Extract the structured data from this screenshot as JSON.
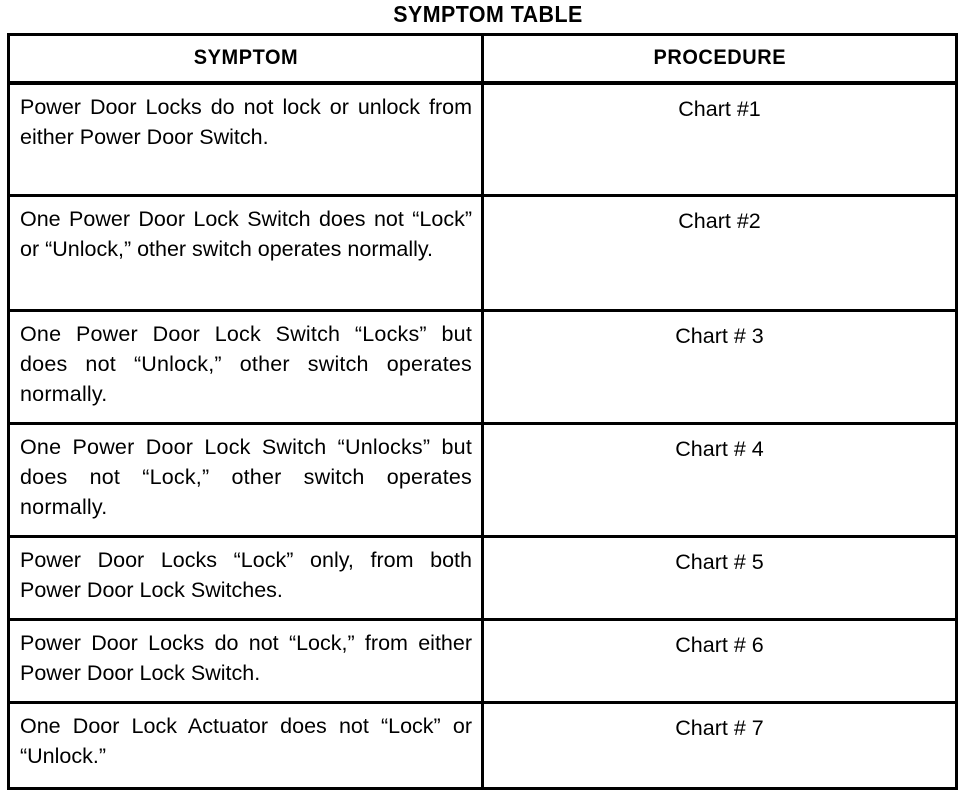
{
  "document": {
    "title": "SYMPTOM TABLE"
  },
  "table": {
    "headers": {
      "symptom": "SYMPTOM",
      "procedure": "PROCEDURE"
    },
    "rows": [
      {
        "symptom": "Power Door Locks do not lock or unlock from either Power Door Switch.",
        "procedure": "Chart #1"
      },
      {
        "symptom": "One Power Door Lock Switch does not “Lock” or “Unlock,” other switch operates normally.",
        "procedure": "Chart #2"
      },
      {
        "symptom": "One Power Door Lock Switch “Locks” but does not “Unlock,” other switch operates normally.",
        "procedure": "Chart # 3"
      },
      {
        "symptom": "One Power Door Lock Switch “Unlocks” but does not “Lock,” other switch operates normally.",
        "procedure": "Chart # 4"
      },
      {
        "symptom": "Power Door Locks “Lock” only, from both Power Door Lock Switches.",
        "procedure": "Chart # 5"
      },
      {
        "symptom": "Power Door Locks do not “Lock,” from either Power Door Lock Switch.",
        "procedure": "Chart # 6"
      },
      {
        "symptom": "One Door Lock Actuator does not “Lock” or “Unlock.”",
        "procedure": "Chart # 7"
      }
    ]
  },
  "colors": {
    "ink": "#000000",
    "paper": "#ffffff"
  }
}
